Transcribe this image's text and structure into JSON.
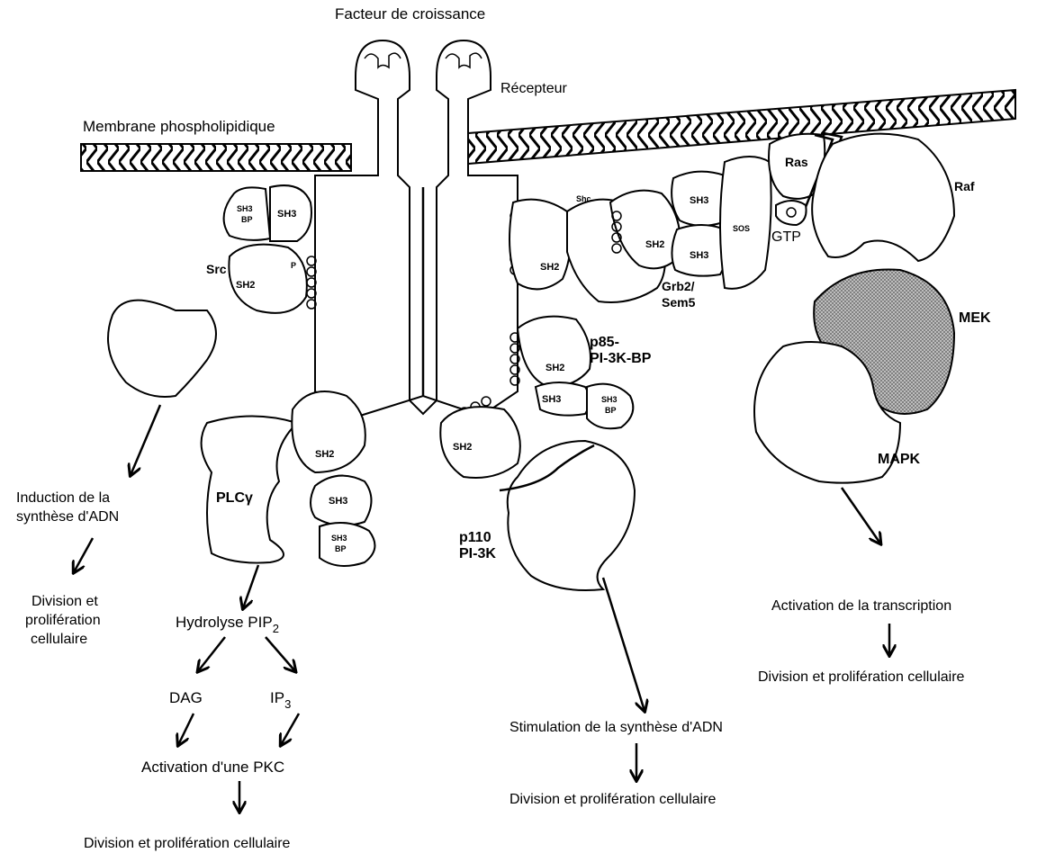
{
  "labels": {
    "growth_factor": "Facteur de croissance",
    "receptor": "Récepteur",
    "membrane": "Membrane phospholipidique"
  },
  "domains": {
    "sh2": "SH2",
    "sh3": "SH3",
    "sh3bp_top": "SH3",
    "sh3bp_bottom": "BP",
    "phospho": "P"
  },
  "left_pathway": {
    "src": "Src",
    "plc": "PLCγ",
    "src_effect_line1": "Induction de la",
    "src_effect_line2": "synthèse d'ADN",
    "src_result_line1": "Division et",
    "src_result_line2": "prolifération",
    "src_result_line3": "cellulaire",
    "hydrolysis": "Hydrolyse PIP",
    "hydrolysis_sub": "2",
    "dag": "DAG",
    "ip3": "IP",
    "ip3_sub": "3",
    "pkc_activation": "Activation d'une PKC",
    "pkc_result": "Division et prolifération cellulaire"
  },
  "middle_pathway": {
    "p85_line1": "p85-",
    "p85_line2": "PI-3K-BP",
    "p110_line1": "p110",
    "p110_line2": "PI-3K",
    "effect": "Stimulation de la synthèse d'ADN",
    "result": "Division et prolifération cellulaire"
  },
  "right_pathway": {
    "shc": "Shc",
    "grb2_line1": "Grb2/",
    "grb2_line2": "Sem5",
    "sos": "SOS",
    "ras": "Ras",
    "gtp": "GTP",
    "raf": "Raf",
    "mek": "MEK",
    "mapk": "MAPK",
    "effect": "Activation de la transcription",
    "result": "Division et prolifération cellulaire"
  }
}
